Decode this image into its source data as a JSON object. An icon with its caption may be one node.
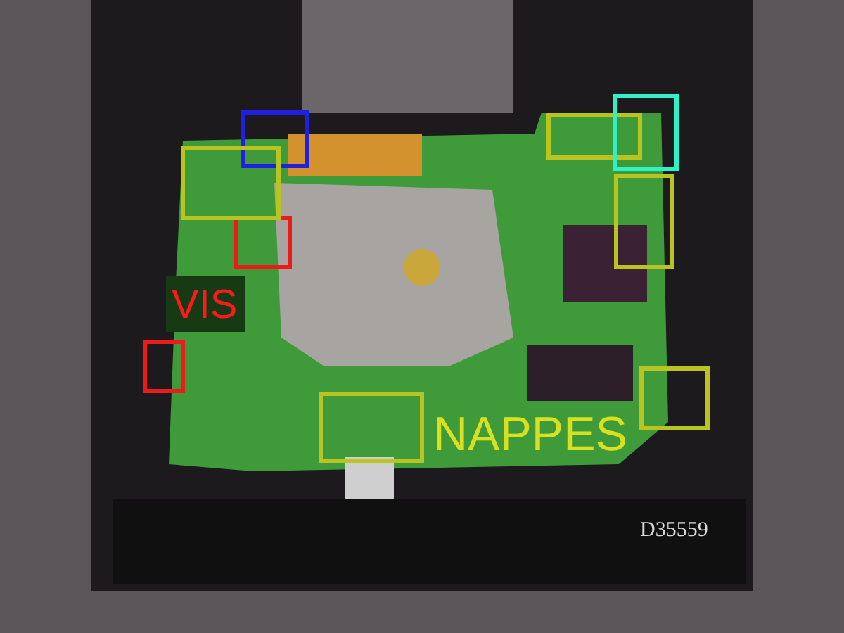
{
  "diagram": {
    "labels": [
      "VIS",
      "NAPPES",
      "D35559"
    ]
  }
}
